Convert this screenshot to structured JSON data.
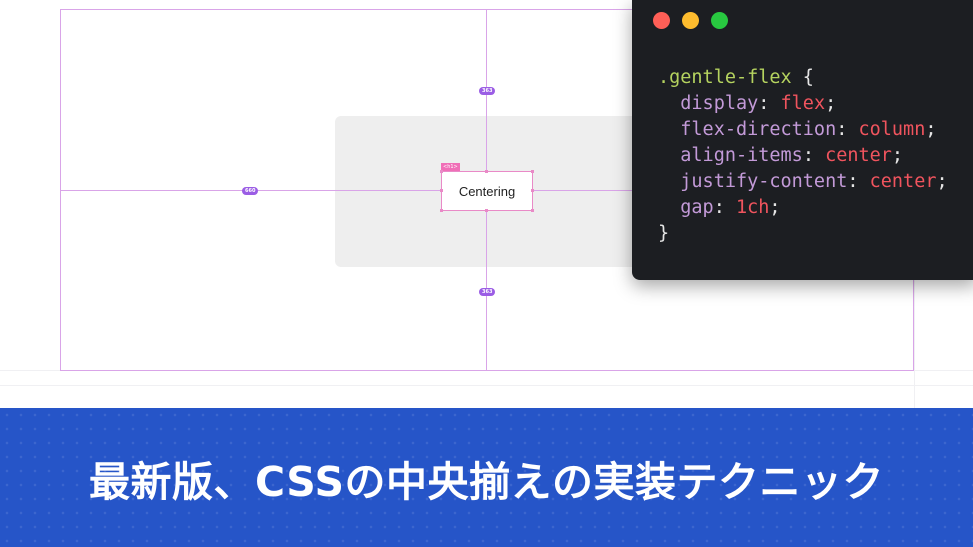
{
  "canvas": {
    "element_label": "Centering",
    "element_tag": "<h1>",
    "spacing_top": "363",
    "spacing_bottom": "363",
    "spacing_left": "660"
  },
  "code_window": {
    "selector": ".gentle-flex",
    "open_brace": " {",
    "close_brace": "}",
    "declarations": [
      {
        "property": "display",
        "value": "flex"
      },
      {
        "property": "flex-direction",
        "value": "column"
      },
      {
        "property": "align-items",
        "value": "center"
      },
      {
        "property": "justify-content",
        "value": "center"
      },
      {
        "property": "gap",
        "value": "1ch"
      }
    ]
  },
  "banner": {
    "title": "最新版、CSSの中央揃えの実装テクニック"
  },
  "colors": {
    "banner_bg": "#2655c8",
    "guide": "#d9a4e8",
    "pill": "#9b5de5",
    "code_bg": "#1c1e22",
    "selector": "#b5d35f",
    "property": "#c39ad8",
    "value": "#f0545e"
  }
}
